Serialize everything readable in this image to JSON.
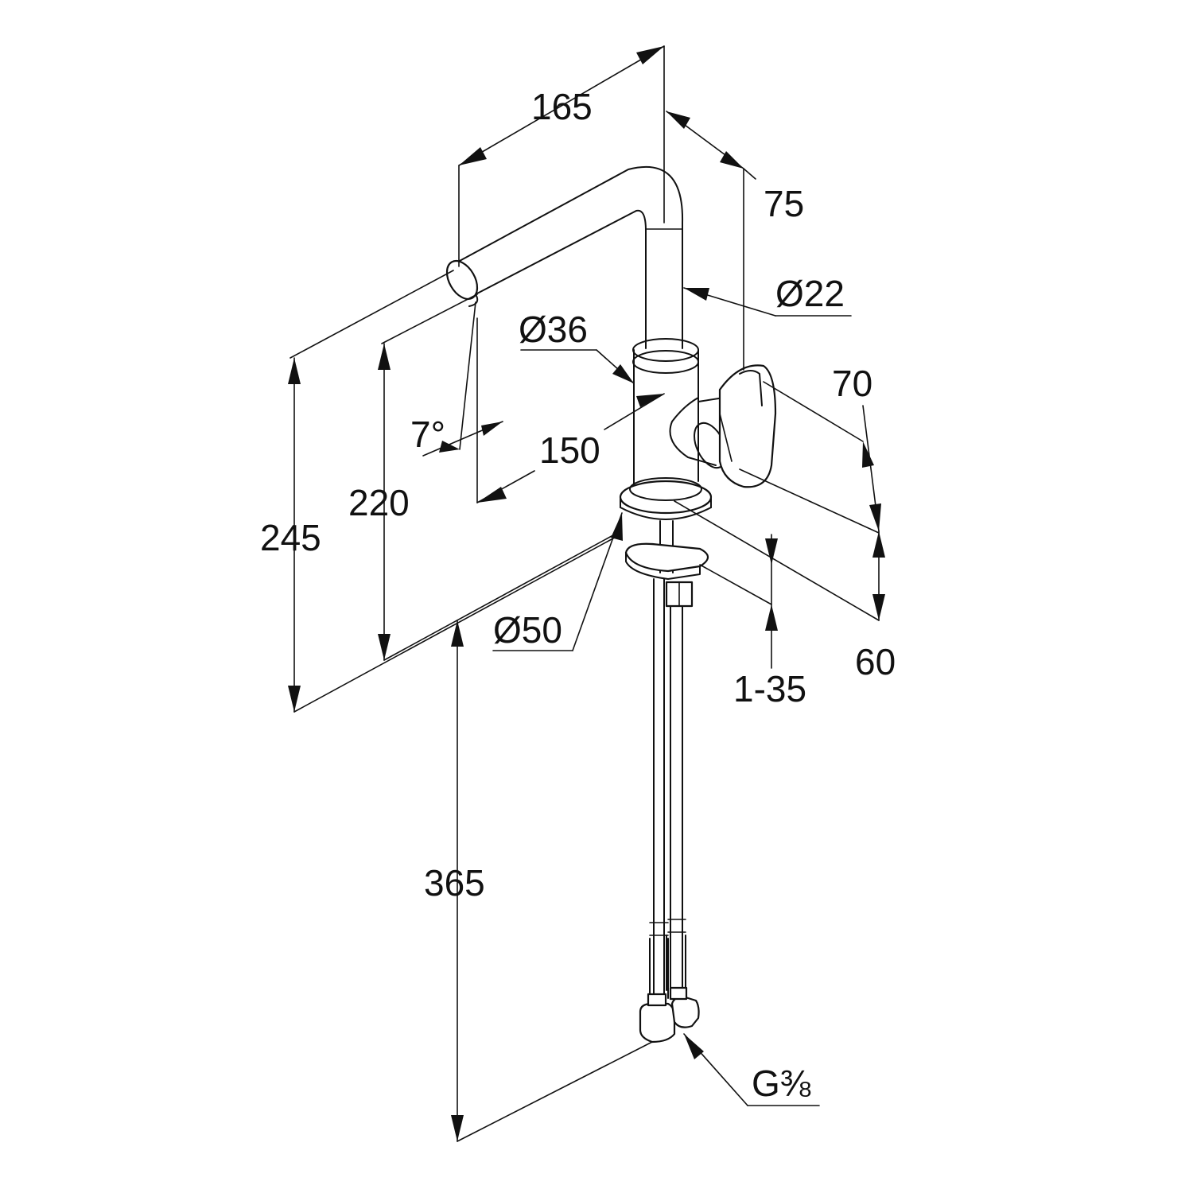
{
  "dimensions": {
    "spout_reach": "165",
    "spout_height": "75",
    "spout_diameter": "Ø22",
    "body_diameter": "Ø36",
    "tilt_angle": "7°",
    "depth_150": "150",
    "outlet_height": "220",
    "overall_height": "245",
    "handle_70": "70",
    "handle_60": "60",
    "base_diameter": "Ø50",
    "deck_thickness": "1-35",
    "hose_length": "365",
    "thread_size": "G⅜"
  },
  "colors": {
    "line": "#111111",
    "background": "#ffffff"
  }
}
